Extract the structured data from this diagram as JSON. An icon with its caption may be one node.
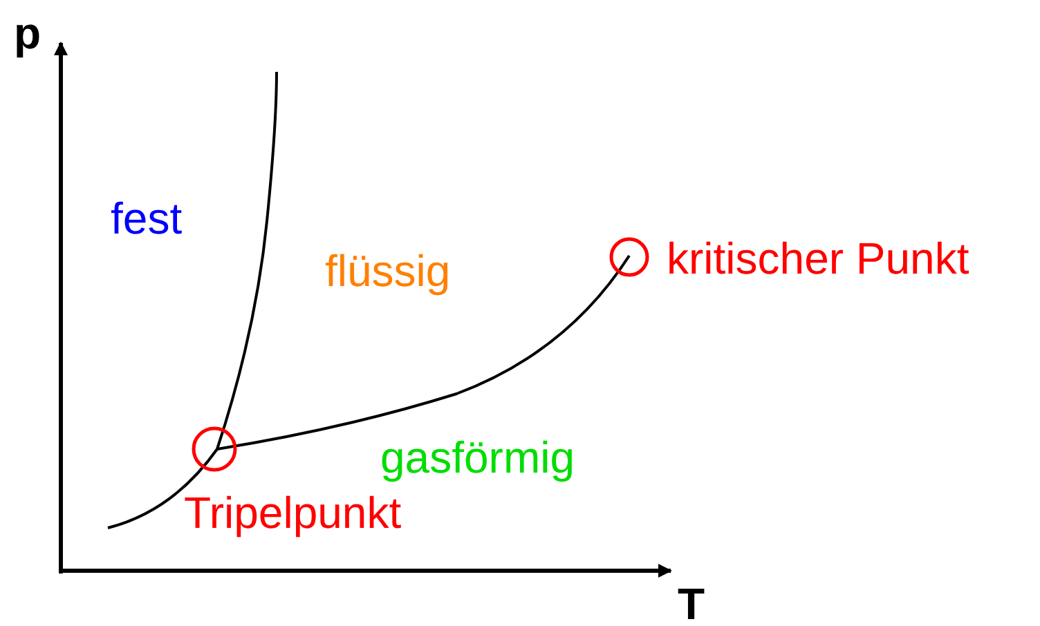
{
  "diagram": {
    "labels": [
      "p",
      "fest",
      "flüssig",
      "kritischer Punkt",
      "gasförmig",
      "Tripelpunkt",
      "T"
    ]
  }
}
